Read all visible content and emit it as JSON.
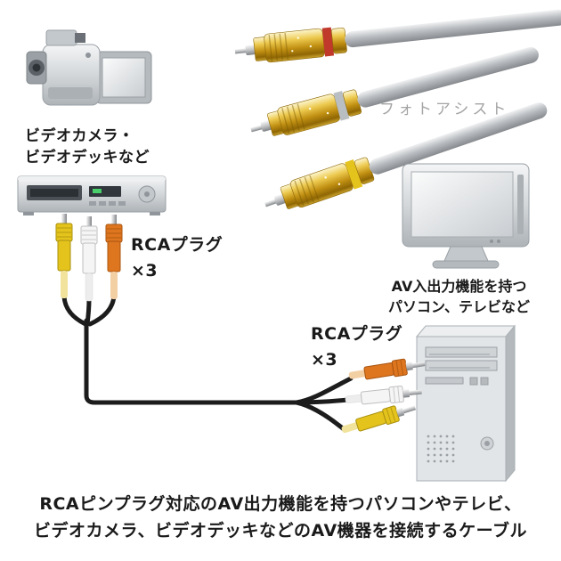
{
  "photo": {
    "watermark": "フォトアシスト"
  },
  "left_device": {
    "label_line1": "ビデオカメラ・",
    "label_line2": "ビデオデッキなど"
  },
  "left_plugs": {
    "label_line1": "RCAプラグ",
    "label_line2": "×3"
  },
  "right_plugs": {
    "label_line1": "RCAプラグ",
    "label_line2": "×3"
  },
  "right_device": {
    "label_line1": "AV入出力機能を持つ",
    "label_line2": "パソコン、テレビなど"
  },
  "description": {
    "line1": "RCAピンプラグ対応のAV出力機能を持つパソコンやテレビ、",
    "line2": "ビデオカメラ、ビデオデッキなどのAV機器を接続するケーブル"
  },
  "icons": {
    "camcorder": "video-camera-illustration",
    "vcr": "video-deck-illustration",
    "tv": "television-illustration",
    "tower": "desktop-pc-tower-illustration",
    "photo": "gold-rca-connectors-photo"
  },
  "colors": {
    "plug_yellow": "#e5c31d",
    "plug_white": "#f5f5f5",
    "plug_orange": "#de751f",
    "band_red": "#c0392b",
    "cable_black": "#1c1c1c",
    "gold_accent": "#d9a520",
    "device_gray": "#cdd1d4",
    "text": "#1a1a1a",
    "watermark": "#9b9b9b"
  }
}
